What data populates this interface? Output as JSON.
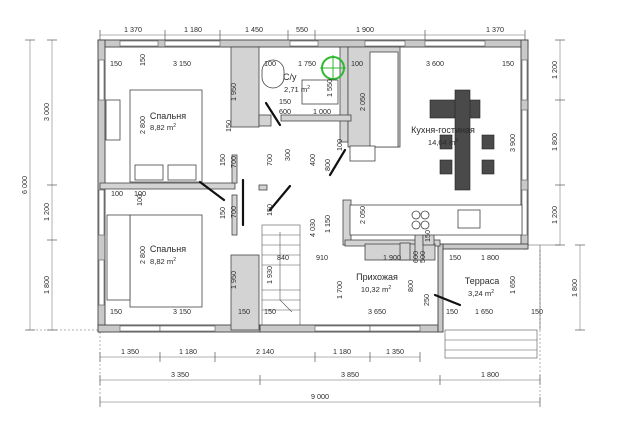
{
  "rooms": {
    "bedroom_top": {
      "name": "Спальня",
      "area": "8,82 m",
      "unit_sup": "2"
    },
    "bedroom_bottom": {
      "name": "Спальня",
      "area": "8,82 m",
      "unit_sup": "2"
    },
    "bathroom": {
      "name": "С/у",
      "area": "2,71 m",
      "unit_sup": "2"
    },
    "kitchen": {
      "name": "Кухня-гостиная",
      "area": "14,04 m",
      "unit_sup": "2"
    },
    "hall": {
      "name": "Прихожая",
      "area": "10,32 m",
      "unit_sup": "2"
    },
    "terrace": {
      "name": "Терраса",
      "area": "3,24 m",
      "unit_sup": "2"
    }
  },
  "dimensions": {
    "top": [
      "1 370",
      "1 180",
      "1 450",
      "550",
      "1 900",
      "1 370"
    ],
    "bottom_row1": [
      "1 350",
      "1 180",
      "2 140",
      "1 180",
      "1 350"
    ],
    "bottom_row2": [
      "3 350",
      "3 850",
      "1 800"
    ],
    "bottom_total": "9 000",
    "left_outer": "6 000",
    "left_inner": [
      "3 000",
      "1 200",
      "1 800"
    ],
    "right": [
      "1 200",
      "1 800",
      "1 200",
      "1 800"
    ],
    "interior": [
      "150",
      "3 150",
      "100",
      "1 750",
      "100",
      "3 600",
      "150",
      "1 950",
      "150",
      "600",
      "1 000",
      "2 050",
      "1 550",
      "2 800",
      "2 800",
      "150",
      "700",
      "700",
      "300",
      "400",
      "800",
      "100",
      "150",
      "150",
      "700",
      "4 030",
      "1 150",
      "2 050",
      "1 950",
      "840",
      "910",
      "1 700",
      "1 900",
      "150",
      "1 800",
      "3 650",
      "800",
      "250",
      "150",
      "1 650",
      "1 650",
      "150",
      "3 150",
      "150",
      "150",
      "150",
      "150",
      "100",
      "100",
      "1 930",
      "3 900",
      "500",
      "600",
      "150",
      "100",
      "150"
    ]
  }
}
